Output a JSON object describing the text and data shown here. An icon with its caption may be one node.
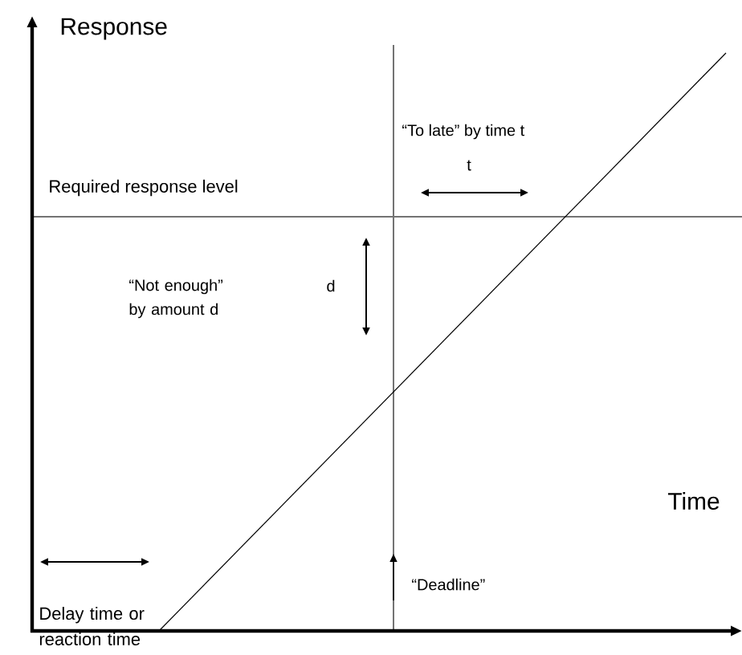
{
  "diagram": {
    "labels": [
      "Response",
      "“To late” by time t",
      "t",
      "Required response level",
      "“Not enough” by amount d",
      "d",
      "Time",
      "“Deadline”",
      "Delay time or reaction time"
    ]
  }
}
